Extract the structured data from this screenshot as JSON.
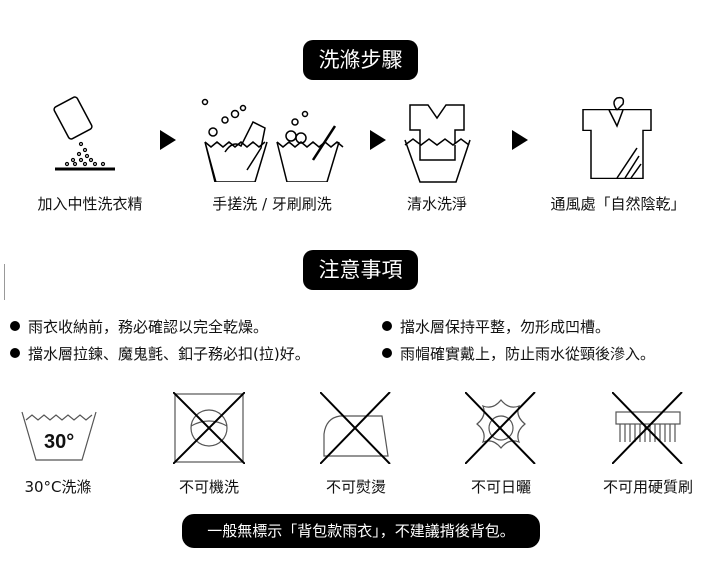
{
  "wash_steps": {
    "title": "洗滌步驟",
    "steps": [
      {
        "label": "加入中性洗衣精",
        "icon": "detergent-pouring-icon"
      },
      {
        "label": "手搓洗 / 牙刷刷洗",
        "icon": "hand-and-brush-wash-icon"
      },
      {
        "label": "清水洗淨",
        "icon": "rinse-shirt-icon"
      },
      {
        "label": "通風處「自然陰乾」",
        "icon": "hanging-shirt-dry-icon"
      }
    ]
  },
  "notes": {
    "title": "注意事項",
    "items": [
      "雨衣收納前，務必確認以完全乾燥。",
      "擋水層保持平整，勿形成凹槽。",
      "擋水層拉鍊、魔鬼氈、釦子務必扣(拉)好。",
      "雨帽確實戴上，防止雨水從頸後滲入。"
    ]
  },
  "care": {
    "temp": "30°",
    "symbols": [
      {
        "label": "30°C洗滌",
        "icon": "wash-30-icon"
      },
      {
        "label": "不可機洗",
        "icon": "no-machine-wash-icon"
      },
      {
        "label": "不可熨燙",
        "icon": "no-iron-icon"
      },
      {
        "label": "不可日曬",
        "icon": "no-sun-dry-icon"
      },
      {
        "label": "不可用硬質刷",
        "icon": "no-hard-brush-icon"
      }
    ]
  },
  "footer": "一般無標示「背包款雨衣」，不建議揹後背包。"
}
